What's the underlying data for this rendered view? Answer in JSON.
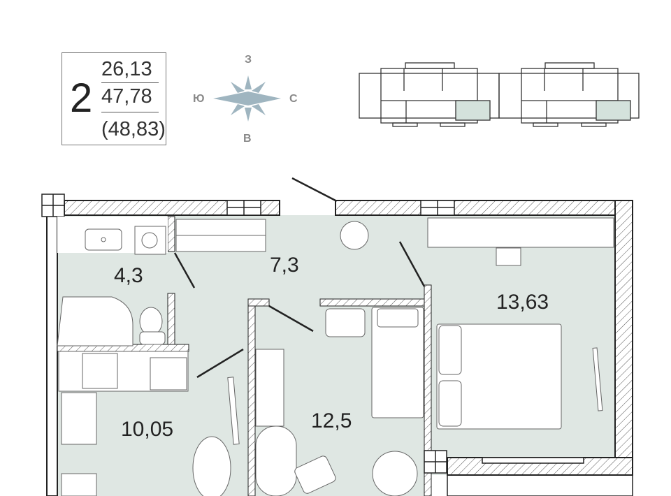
{
  "summary": {
    "rooms": "2",
    "living_area": "26,13",
    "total_area": "47,78",
    "total_with_balcony": "(48,83)"
  },
  "compass": {
    "north": "С",
    "south": "Ю",
    "west": "З",
    "east": "В"
  },
  "colors": {
    "room_fill": "#dfe7e3",
    "wall": "#222222",
    "highlight": "#d4e2dc"
  },
  "rooms": [
    {
      "id": "bathroom",
      "area": "4,3"
    },
    {
      "id": "hallway",
      "area": "7,3"
    },
    {
      "id": "bedroom",
      "area": "13,63"
    },
    {
      "id": "living-room",
      "area": "12,5"
    },
    {
      "id": "kitchen",
      "area": "10,05"
    }
  ]
}
